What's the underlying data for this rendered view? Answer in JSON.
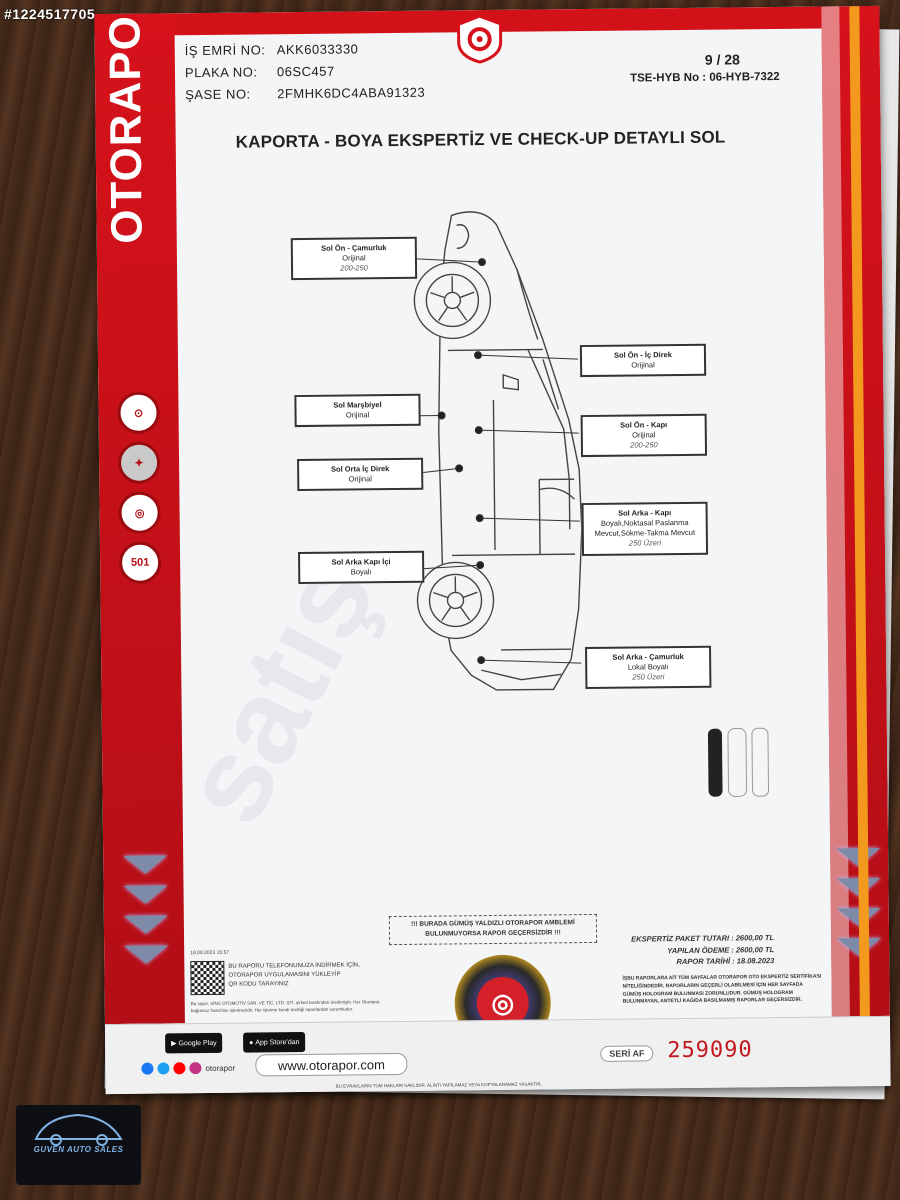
{
  "photo_id": "#1224517705",
  "brand": {
    "name": "OTORAPOR"
  },
  "badges": [
    "501"
  ],
  "header": {
    "is_emri_label": "İŞ EMRİ NO:",
    "is_emri_value": "AKK6033330",
    "plaka_label": "PLAKA NO:",
    "plaka_value": "06SC457",
    "sase_label": "ŞASE NO:",
    "sase_value": "2FMHK6DC4ABA91323",
    "page": "9 / 28",
    "tse": "TSE-HYB No : 06-HYB-7322"
  },
  "title": "KAPORTA - BOYA EKSPERTİZ VE CHECK-UP DETAYLI SOL",
  "parts": [
    {
      "title": "Sol Ön - Çamurluk",
      "status": "Orijinal",
      "sub": "200-250"
    },
    {
      "title": "Sol Marşbiyel",
      "status": "Orijinal",
      "sub": ""
    },
    {
      "title": "Sol Orta İç Direk",
      "status": "Orijinal",
      "sub": ""
    },
    {
      "title": "Sol Arka Kapı İçi",
      "status": "Boyalı",
      "sub": ""
    },
    {
      "title": "Sol Ön - İç Direk",
      "status": "Orijinal",
      "sub": ""
    },
    {
      "title": "Sol Ön - Kapı",
      "status": "Orijinal",
      "sub": "200-250"
    },
    {
      "title": "Sol Arka - Kapı",
      "status": "Boyalı,Noktasal Paslanma Mevcut,Sökme-Takma Mevcut",
      "sub": "250 Üzeri"
    },
    {
      "title": "Sol Arka - Çamurluk",
      "status": "Lokal Boyalı",
      "sub": "250 Üzeri"
    }
  ],
  "notice": {
    "line1": "!!! BURADA GÜMÜŞ YALDIZLI OTORAPOR AMBLEMİ",
    "line2": "BULUNMUYORSA RAPOR GEÇERSİZDİR !!!"
  },
  "bottom_left": {
    "date": "18.08.2023 15:57",
    "qr_text1": "BU RAPORU TELEFONUNUZA İNDİRMEK İÇİN,",
    "qr_text2": "OTORAPOR UYGULAMASINI YÜKLEYİP",
    "qr_text3": "QR KODU TARAYINIZ",
    "fine": "Bu rapor, VİNS OTOMOTİV SAN. VE TİC. LTD. ŞTİ. şirketi tarafından üretilmiştir. Her Otorapor, bağımsız franchise işletmesidir. Her işletme kendi ürettiği raporlardan sorumludur."
  },
  "fees": {
    "paket": "EKSPERTİZ PAKET TUTARI : 2600,00 TL",
    "odeme": "YAPILAN ÖDEME : 2600,00 TL",
    "tarih": "RAPOR TARİHİ : 18.08.2023",
    "note": "İŞBU RAPORLARA AİT TÜM SAYFALAR OTORAPOR OTO EKSPERTİZ SERTİFİKASI NİTELİĞİNDEDİR. RAPORLARIN GEÇERLİ OLABİLMESİ İÇİN HER SAYFADA GÜMÜŞ HOLOGRAM BULUNMASI ZORUNLUDUR. GÜMÜŞ HOLOGRAM BULUNMAYAN, ANTETLİ KAĞIDA BASILMAMIŞ RAPORLAR GEÇERSİZDİR."
  },
  "footer": {
    "google_play": "Google Play",
    "app_store": "App Store'dan",
    "social_handle": "otorapor",
    "url": "www.otorapor.com",
    "seri_label": "SERİ AF",
    "seri_number": "259090",
    "copyright": "BU EVRAKLARIN TÜM HAKLARI SAKLIDIR. ALINTI YAPILAMAZ VEYA KOPYALANAMAZ YASAKTIR."
  },
  "dealer": {
    "name": "GUVEN AUTO SALES"
  },
  "colors": {
    "brand_red": "#d6121b",
    "accent_orange": "#f39a1e",
    "serial_red": "#c21820"
  }
}
